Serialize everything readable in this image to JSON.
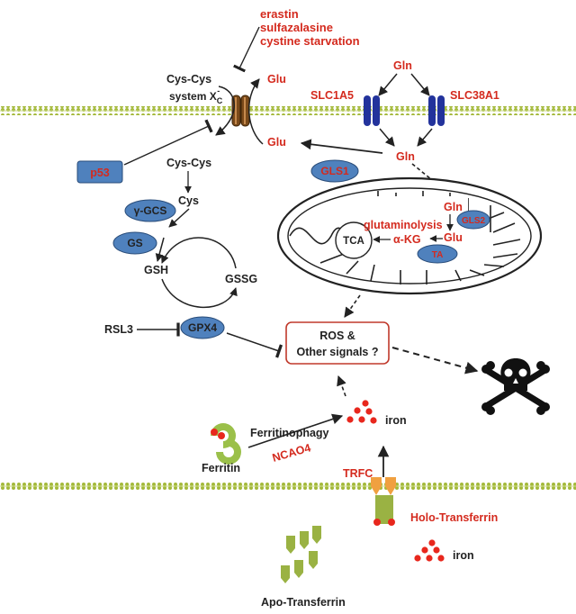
{
  "colors": {
    "red_label": "#d42a1e",
    "black_label": "#222222",
    "enzyme_fill": "#4f81bd",
    "enzyme_stroke": "#2a4d7a",
    "membrane_green": "#a4b93a",
    "transporter_blue": "#23339c",
    "xc_brown": "#7a4a1a",
    "iron_red": "#e8271d",
    "ferritin_green": "#9bc04a",
    "trfc_orange": "#f0a040",
    "trfc_green": "#9ab243",
    "ros_box_border": "#c0392b"
  },
  "inhibitors": {
    "erastin": "erastin",
    "sulfasalazine": "sulfazalasine",
    "cystine_starvation": "cystine starvation"
  },
  "labels": {
    "cys_cys_top": "Cys-Cys",
    "system_xc": "system X",
    "system_xc_sub": "C",
    "system_xc_sup": "-",
    "glu_top": "Glu",
    "glu_bottom": "Glu",
    "gln_top": "Gln",
    "slc1a5": "SLC1A5",
    "slc38a1": "SLC38A1",
    "gln_cytosol": "Gln",
    "cys_cys_cytosol": "Cys-Cys",
    "cys": "Cys",
    "gsh": "GSH",
    "gssg": "GSSG",
    "rsl3": "RSL3",
    "iron_cytosol": "iron",
    "ferritin": "Ferritin",
    "ferritinophagy": "Ferritinophagy",
    "ncoa4": "NCAO4",
    "trfc": "TRFC",
    "holo_transferrin": "Holo-Transferrin",
    "iron_extracellular": "iron",
    "apo_transferrin": "Apo-Transferrin"
  },
  "enzymes": {
    "p53": "p53",
    "gls1": "GLS1",
    "gamma_gcs": "γ-GCS",
    "gs": "GS",
    "gpx4": "GPX4",
    "gls2": "GLS2",
    "ta": "TA"
  },
  "mitochondrion": {
    "gln": "Gln",
    "glutaminolysis": "glutaminolysis",
    "glu": "Glu",
    "akg": "α-KG",
    "tca": "TCA"
  },
  "ros_box": {
    "line1": "ROS &",
    "line2": "Other signals ?"
  }
}
